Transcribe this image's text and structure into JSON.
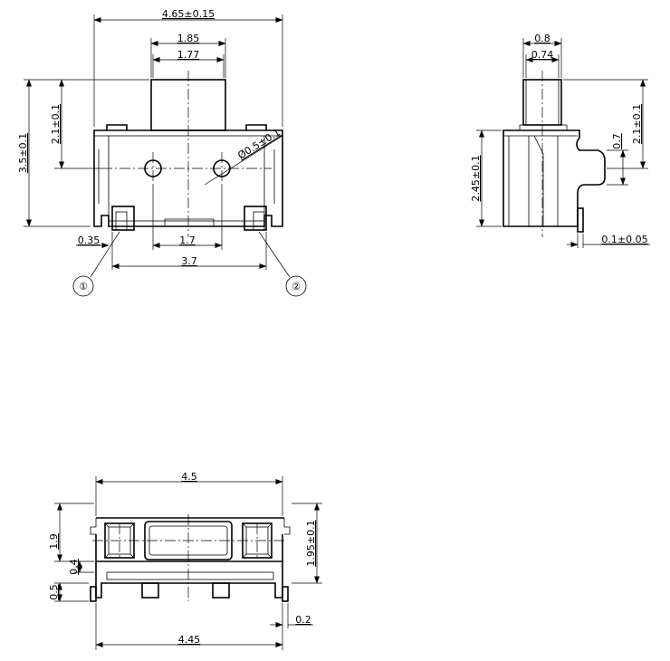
{
  "front_view": {
    "dims": {
      "overall_width": "4.65±0.15",
      "actuator_outer": "1.85",
      "actuator_inner": "1.77",
      "actuator_height": "2.1±0.1",
      "total_height": "3.5±0.1",
      "hole": "Ø0.5±0.1",
      "pin_pitch": "1.7",
      "lead_offset": "0.35",
      "lead_span": "3.7"
    },
    "pins": [
      "①",
      "②"
    ]
  },
  "side_view": {
    "dims": {
      "actuator_outer": "0.8",
      "actuator_inner": "0.74",
      "actuator_height": "2.1±0.1",
      "hook": "0.7",
      "body_height": "2.45±0.1",
      "lead_thickness": "0.1±0.05"
    }
  },
  "bottom_view": {
    "dims": {
      "body_width": "4.5",
      "left_height": "1.9",
      "right_height": "1.95±0.1",
      "step": "0.4",
      "foot": "0.5",
      "terminal": "0.2",
      "lead_span": "4.45"
    }
  },
  "colors": {
    "line": "#000000",
    "background": "#ffffff"
  }
}
